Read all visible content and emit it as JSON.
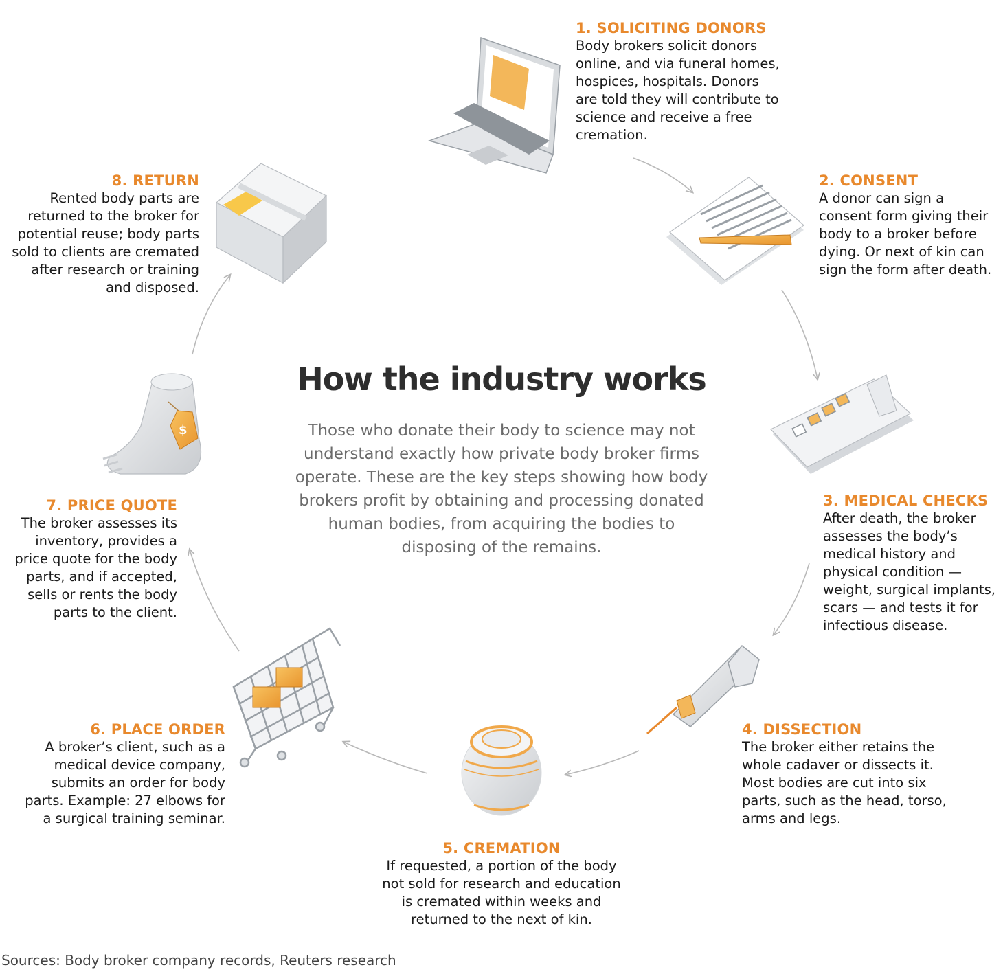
{
  "title": "How the industry works",
  "intro": "Those who donate their body to science may not\nunderstand exactly how private body broker firms\noperate. These are the key steps showing how body\nbrokers profit by obtaining and processing donated\nhuman bodies, from acquiring the bodies to\ndisposing of the remains.",
  "steps": [
    {
      "title": "1. SOLICITING DONORS",
      "text": "Body brokers solicit donors\nonline, and via funeral homes,\nhospices, hospitals. Donors\nare told they will contribute to\nscience and receive a free\ncremation."
    },
    {
      "title": "2. CONSENT",
      "text": "A donor can sign a\nconsent form giving their\nbody to a broker before\ndying. Or next of kin can\nsign the form after death."
    },
    {
      "title": "3. MEDICAL CHECKS",
      "text": "After death, the broker\nassesses the body’s\nmedical history and\nphysical condition —\nweight, surgical implants,\nscars — and tests it for\ninfectious disease."
    },
    {
      "title": "4. DISSECTION",
      "text": "The broker either retains the\nwhole cadaver or dissects it.\nMost bodies are cut into six\nparts, such as the head, torso,\narms and legs."
    },
    {
      "title": "5. CREMATION",
      "text": "If requested, a portion of the body\nnot sold for research and education\nis cremated within weeks and\nreturned to the next of kin."
    },
    {
      "title": "6. PLACE ORDER",
      "text": "A broker’s client, such as a\nmedical device company,\nsubmits an order for body\nparts. Example: 27 elbows for\na surgical training seminar."
    },
    {
      "title": "7. PRICE QUOTE",
      "text": "The broker assesses its\ninventory, provides a\nprice quote for the body\nparts, and if accepted,\nsells or rents the body\nparts to the client."
    },
    {
      "title": "8. RETURN",
      "text": "Rented body parts are\nreturned to the broker for\npotential reuse; body parts\nsold to clients are cremated\nafter research or training\nand disposed."
    }
  ],
  "icons": [
    "laptop-icon",
    "consent-form-icon",
    "clipboard-icon",
    "bone-saw-icon",
    "urn-icon",
    "shopping-cart-icon",
    "tagged-foot-icon",
    "box-icon"
  ],
  "source": "Sources: Body broker company records, Reuters research",
  "colors": {
    "accent": "#e8892d",
    "title": "#2e2e2e",
    "intro": "#6b6b6b",
    "arrow": "#b9b9b9"
  }
}
